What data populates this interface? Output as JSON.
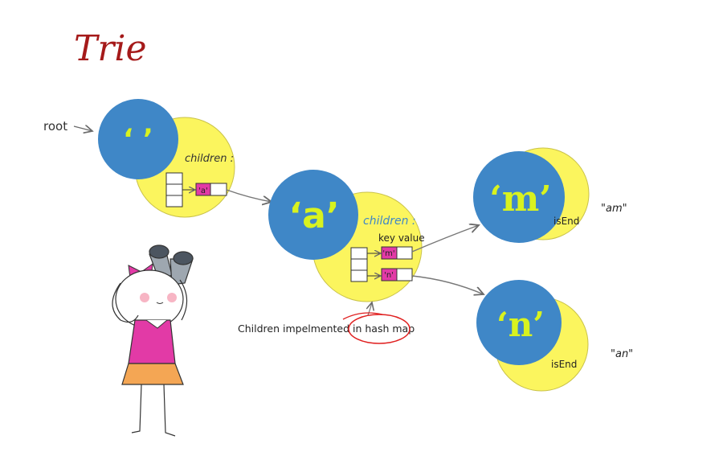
{
  "title": "Trie",
  "root_label": "root",
  "children_label": "children :",
  "key_value_label": "key value",
  "note": "Children impelmented in hash map",
  "nodes": {
    "root": {
      "char": "‘ ’",
      "child_keys": [
        "'a'"
      ]
    },
    "a": {
      "char": "‘a’",
      "child_keys": [
        "'m'",
        "'n'"
      ]
    },
    "m": {
      "char": "‘m’",
      "is_end": "isEnd",
      "word": "\"am\""
    },
    "n": {
      "char": "‘n’",
      "is_end": "isEnd",
      "word": "\"an\""
    }
  },
  "colors": {
    "node_blue": "#3f87c7",
    "node_yellow": "#fbf55e",
    "letter_lime": "#d8f21f",
    "key_pink": "#e23aa6",
    "title_red": "#a51a1a",
    "circle_red": "#e02020"
  }
}
